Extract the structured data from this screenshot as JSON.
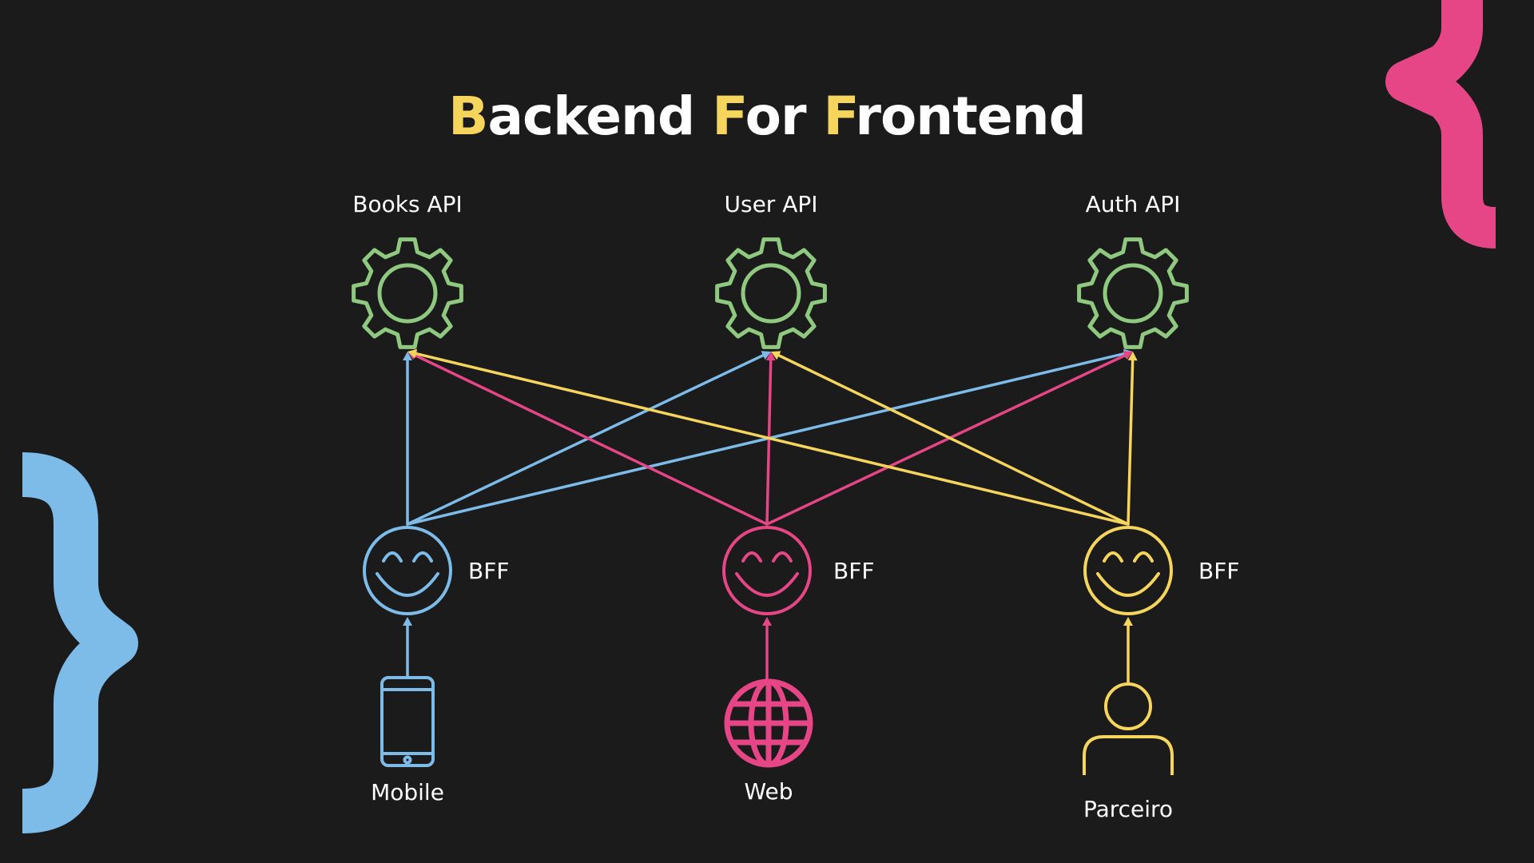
{
  "title": {
    "parts": [
      {
        "text": "B",
        "highlight": true
      },
      {
        "text": "ackend ",
        "highlight": false
      },
      {
        "text": "F",
        "highlight": true
      },
      {
        "text": "or ",
        "highlight": false
      },
      {
        "text": "F",
        "highlight": true
      },
      {
        "text": "rontend",
        "highlight": false
      }
    ]
  },
  "colors": {
    "background": "#1b1b1b",
    "text": "#ffffff",
    "highlight": "#f6d55c",
    "blue": "#7dbbe9",
    "pink": "#e64685",
    "yellow": "#f6d55c",
    "green": "#8fc97f"
  },
  "apis": [
    {
      "label": "Books API",
      "icon": "gear-icon"
    },
    {
      "label": "User API",
      "icon": "gear-icon"
    },
    {
      "label": "Auth API",
      "icon": "gear-icon"
    }
  ],
  "bffs": [
    {
      "label": "BFF",
      "icon": "smiley-face-icon",
      "color": "#7dbbe9"
    },
    {
      "label": "BFF",
      "icon": "smiley-face-icon",
      "color": "#e64685"
    },
    {
      "label": "BFF",
      "icon": "smiley-face-icon",
      "color": "#f6d55c"
    }
  ],
  "clients": [
    {
      "label": "Mobile",
      "icon": "mobile-phone-icon",
      "color": "#7dbbe9"
    },
    {
      "label": "Web",
      "icon": "globe-icon",
      "color": "#e64685"
    },
    {
      "label": "Parceiro",
      "icon": "person-icon",
      "color": "#f6d55c"
    }
  ],
  "decorations": [
    {
      "icon": "left-curly-brace-icon",
      "color": "#e64685"
    },
    {
      "icon": "right-curly-brace-icon",
      "color": "#7dbbe9"
    }
  ]
}
